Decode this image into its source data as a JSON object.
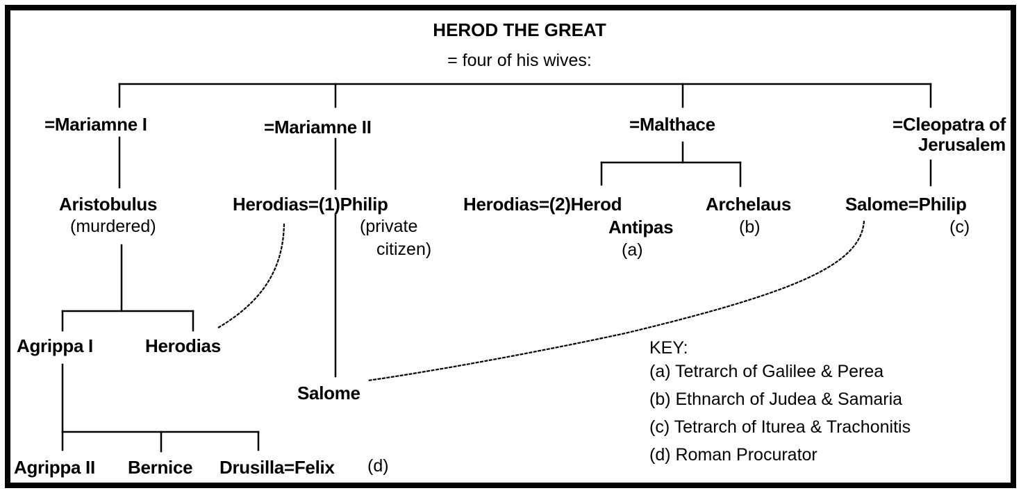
{
  "diagram": {
    "type": "family-tree",
    "title": "HEROD THE GREAT",
    "subtitle": "= four of his wives:",
    "wives": [
      {
        "label": "=Mariamne I"
      },
      {
        "label": "=Mariamne II"
      },
      {
        "label": "=Malthace"
      },
      {
        "label_line1": "=Cleopatra of",
        "label_line2": "Jerusalem"
      }
    ],
    "generation2": {
      "aristobulus": {
        "name": "Aristobulus",
        "note": "(murdered)"
      },
      "herodias_philip": {
        "name": "Herodias=(1)Philip",
        "note_line1": "(private",
        "note_line2": "citizen)"
      },
      "herodias_antipas": {
        "name_line1": "Herodias=(2)Herod",
        "name_line2": "Antipas",
        "note": "(a)"
      },
      "archelaus": {
        "name": "Archelaus",
        "note": "(b)"
      },
      "salome_philip": {
        "name": "Salome=Philip",
        "note": "(c)"
      }
    },
    "generation3": {
      "agrippa1": {
        "name": "Agrippa I"
      },
      "herodias": {
        "name": "Herodias"
      },
      "salome": {
        "name": "Salome"
      }
    },
    "generation4": {
      "agrippa2": {
        "name": "Agrippa II"
      },
      "bernice": {
        "name": "Bernice"
      },
      "drusilla_felix": {
        "name": "Drusilla=Felix",
        "note": "(d)"
      }
    },
    "key": {
      "heading": "KEY:",
      "items": [
        "(a) Tetrarch of Galilee & Perea",
        "(b) Ethnarch of Judea & Samaria",
        "(c) Tetrarch of Iturea & Trachonitis",
        "(d) Roman Procurator"
      ]
    }
  }
}
